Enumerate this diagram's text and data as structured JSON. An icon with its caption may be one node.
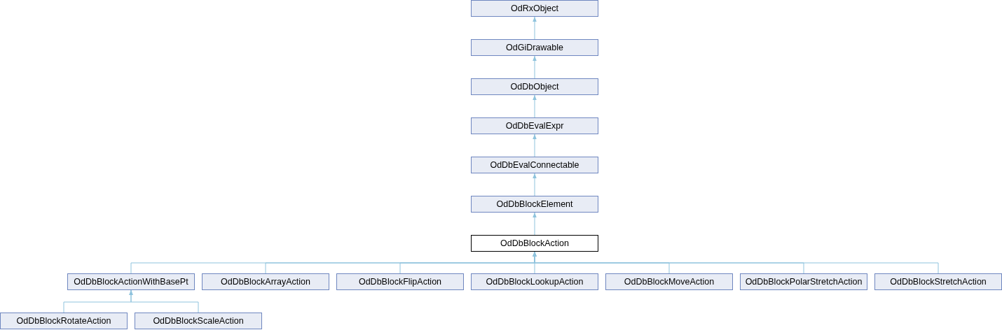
{
  "diagram": {
    "nodes": [
      {
        "text": [
          "OdRxObject"
        ]
      },
      {
        "text": [
          "OdGiDrawable"
        ]
      },
      {
        "text": [
          "OdDbObject"
        ]
      },
      {
        "text": [
          "OdDbEvalExpr"
        ]
      },
      {
        "text": [
          "OdDbEvalConnectable"
        ]
      },
      {
        "text": [
          "OdDbBlockElement"
        ]
      },
      {
        "text": [
          "OdDbBlockAction"
        ]
      },
      {
        "text": [
          "OdDbBlockActionWithBasePt"
        ]
      },
      {
        "text": [
          "OdDbBlockArrayAction"
        ]
      },
      {
        "text": [
          "OdDbBlockFlipAction"
        ]
      },
      {
        "text": [
          "OdDbBlockLookupAction"
        ]
      },
      {
        "text": [
          "OdDbBlockMoveAction"
        ]
      },
      {
        "text": [
          "OdDbBlockPolarStretchAction"
        ]
      },
      {
        "text": [
          "OdDbBlockStretchAction"
        ]
      },
      {
        "text": [
          "OdDbBlockRotateAction"
        ]
      },
      {
        "text": [
          "OdDbBlockScaleAction"
        ]
      }
    ],
    "edges": [
      {
        "from": 1,
        "to": 0,
        "arrow": "to"
      },
      {
        "from": 2,
        "to": 1,
        "arrow": "to"
      },
      {
        "from": 3,
        "to": 2,
        "arrow": "to"
      },
      {
        "from": 4,
        "to": 3,
        "arrow": "to"
      },
      {
        "from": 5,
        "to": 4,
        "arrow": "to"
      },
      {
        "from": 6,
        "to": 5,
        "arrow": "to"
      },
      {
        "from": 7,
        "to": 6,
        "arrow": "to"
      },
      {
        "from": 8,
        "to": 6,
        "arrow": "to"
      },
      {
        "from": 9,
        "to": 6,
        "arrow": "to"
      },
      {
        "from": 10,
        "to": 6,
        "arrow": "to"
      },
      {
        "from": 11,
        "to": 6,
        "arrow": "to"
      },
      {
        "from": 12,
        "to": 6,
        "arrow": "to"
      },
      {
        "from": 13,
        "to": 6,
        "arrow": "to"
      },
      {
        "from": 14,
        "to": 7,
        "arrow": "to"
      },
      {
        "from": 15,
        "to": 7,
        "arrow": "to"
      }
    ]
  }
}
